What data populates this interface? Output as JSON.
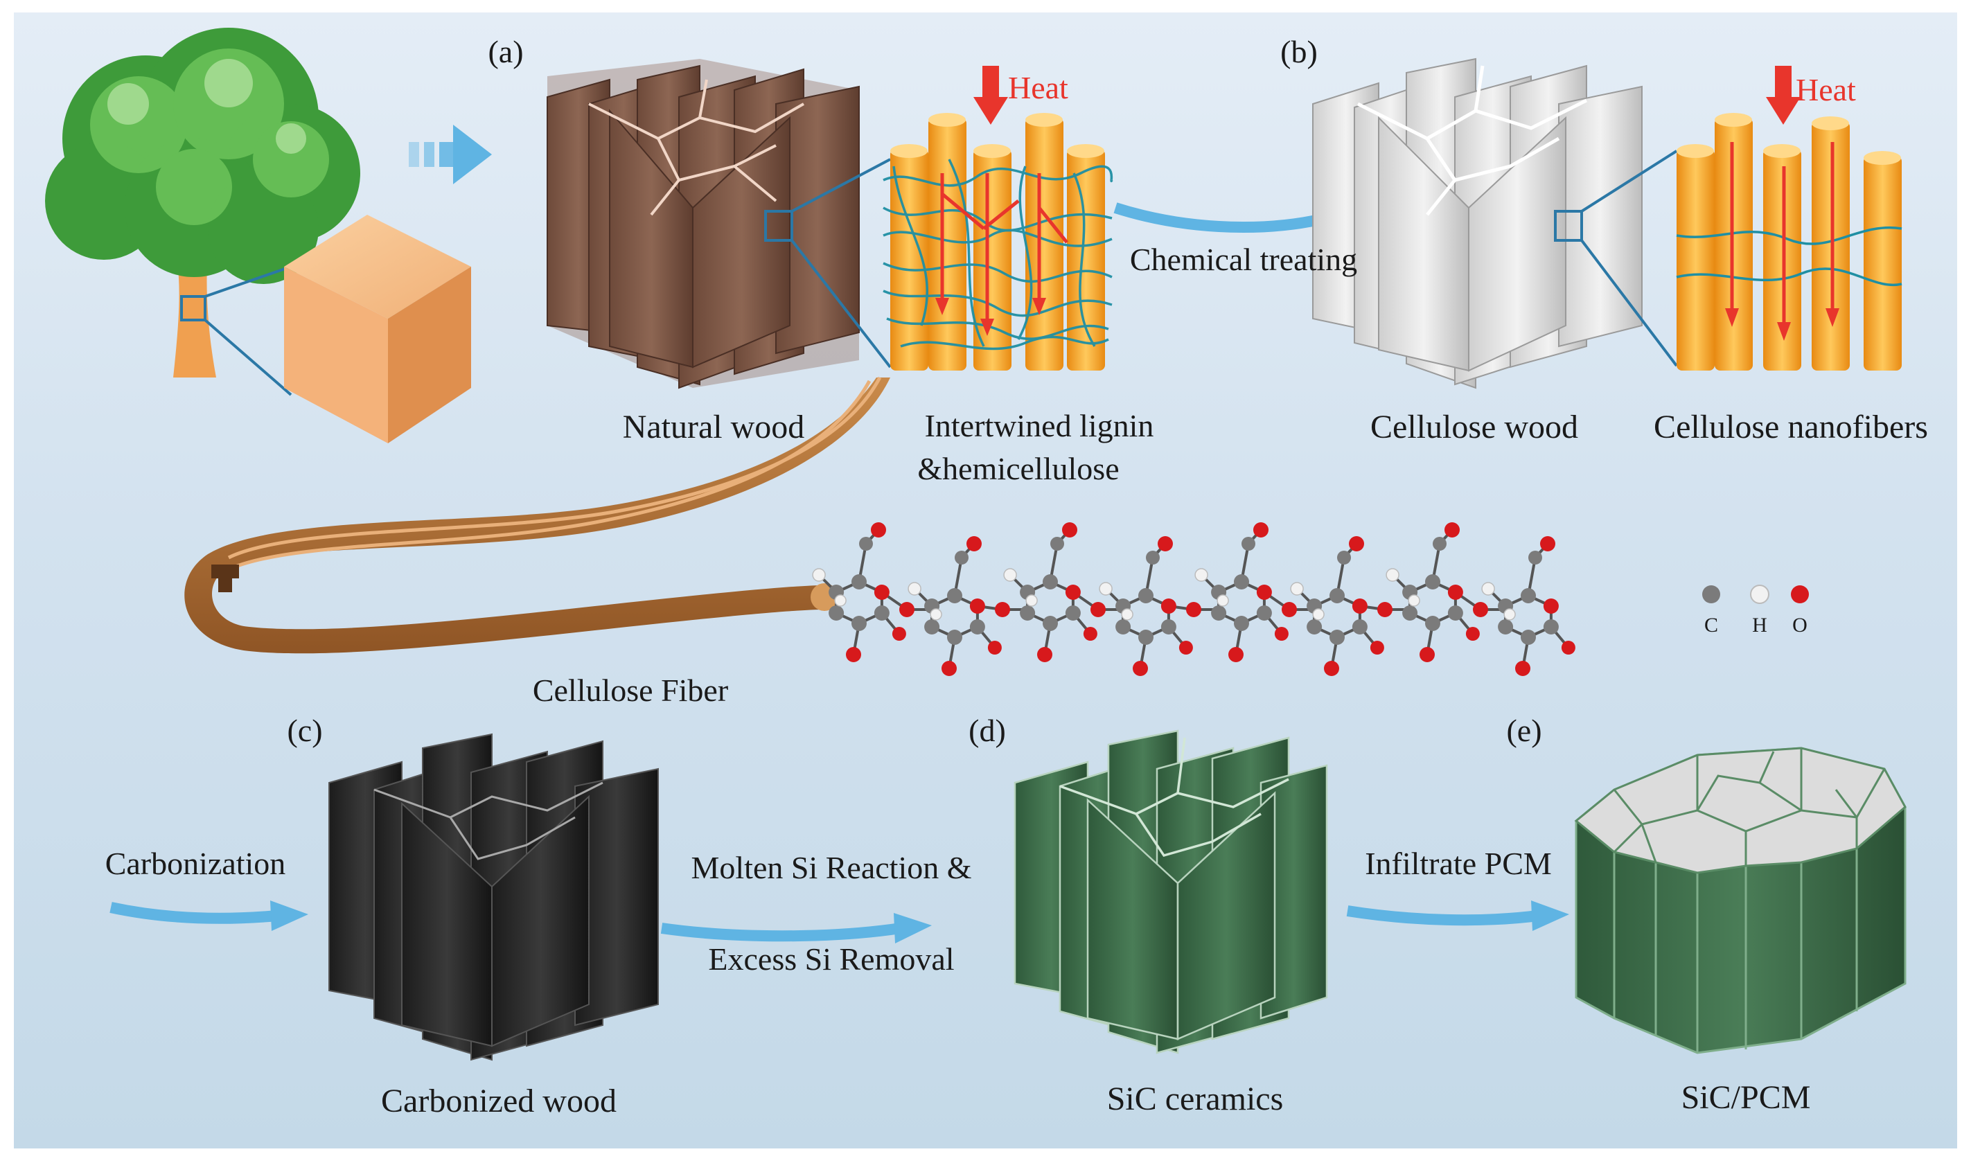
{
  "panels": {
    "a": "(a)",
    "b": "(b)",
    "c": "(c)",
    "d": "(d)",
    "e": "(e)"
  },
  "labels": {
    "natural_wood": "Natural wood",
    "intertwined_line1": "Intertwined lignin",
    "intertwined_line2": "&hemicellulose",
    "chemical_treating": "Chemical treating",
    "cellulose_wood": "Cellulose wood",
    "cellulose_nanofibers": "Cellulose nanofibers",
    "cellulose_fiber": "Cellulose Fiber",
    "carbonization": "Carbonization",
    "carbonized_wood": "Carbonized wood",
    "molten_line1": "Molten Si Reaction &",
    "molten_line2": "Excess Si Removal",
    "sic_ceramics": "SiC ceramics",
    "infiltrate_pcm": "Infiltrate PCM",
    "sic_pcm": "SiC/PCM",
    "heat": "Heat"
  },
  "atom_legend": [
    "C",
    "H",
    "O"
  ],
  "colors": {
    "background_top": "#dde8f3",
    "background_bottom": "#c9dcea",
    "arrow_blue": "#5fb4e3",
    "heat_red": "#e8352c",
    "fiber_orange": "#f6a623",
    "lignin_teal": "#1f8fa3",
    "wood_brown": "#7a5443",
    "cellulose_gray": "#e6e6e6",
    "carbon_black": "#2a2a2a",
    "sic_green": "#3f6f4c",
    "pcm_gray": "#dcdcdc",
    "atom_c": "#7b7b7b",
    "atom_h": "#f2f2f2",
    "atom_o": "#d7191c"
  }
}
